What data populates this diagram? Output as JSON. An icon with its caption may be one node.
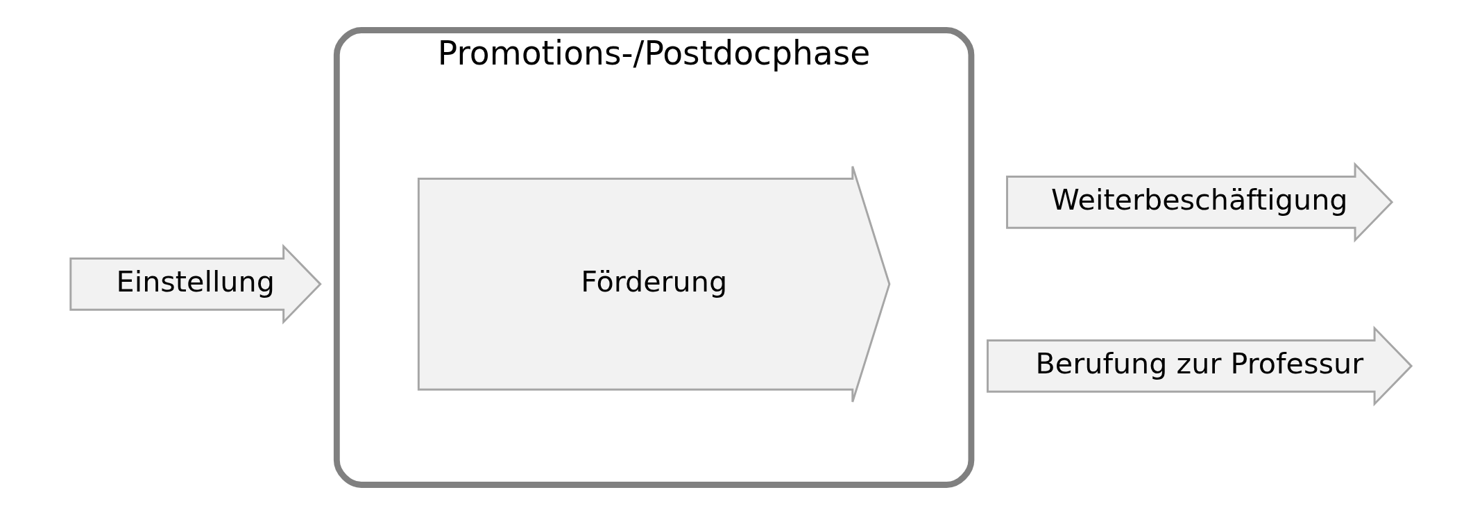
{
  "diagram": {
    "nodes": [
      {
        "text": [
          "Promotions-/Postdocphase"
        ]
      },
      {
        "text": [
          "Einstellung"
        ]
      },
      {
        "text": [
          "Förderung"
        ],
        "in": 0
      },
      {
        "text": [
          "Weiterbeschäftigung"
        ]
      },
      {
        "text": [
          "Berufung zur Professur"
        ]
      }
    ]
  }
}
